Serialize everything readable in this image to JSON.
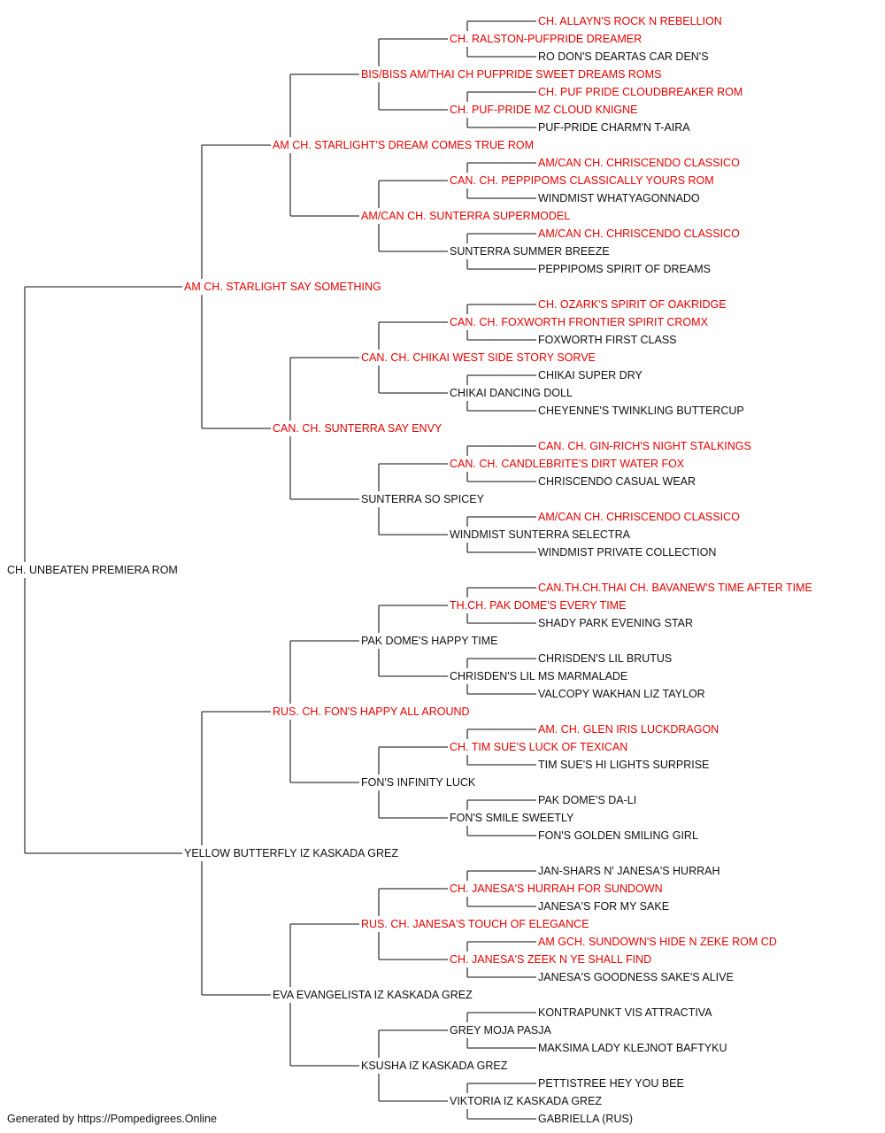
{
  "colors": {
    "titled": "#e60000",
    "plain": "#111111",
    "line": "#3a3a3a"
  },
  "footer": "Generated by https://Pompedigrees.Online",
  "pedigree": {
    "name": "CH. UNBEATEN PREMIERA ROM",
    "titled": false,
    "sire": {
      "name": "AM CH. STARLIGHT SAY SOMETHING",
      "titled": true,
      "sire": {
        "name": "AM CH. STARLIGHT'S DREAM COMES TRUE ROM",
        "titled": true,
        "sire": {
          "name": "BIS/BISS AM/THAI CH PUFPRIDE SWEET DREAMS ROMS",
          "titled": true,
          "sire": {
            "name": "CH. RALSTON-PUFPRIDE DREAMER",
            "titled": true,
            "sire": {
              "name": "CH. ALLAYN'S ROCK N REBELLION",
              "titled": true
            },
            "dam": {
              "name": "RO DON'S DEARTAS CAR DEN'S",
              "titled": false
            }
          },
          "dam": {
            "name": "CH. PUF-PRIDE MZ CLOUD KNIGNE",
            "titled": true,
            "sire": {
              "name": "CH. PUF PRIDE CLOUDBREAKER ROM",
              "titled": true
            },
            "dam": {
              "name": "PUF-PRIDE CHARM'N T-AIRA",
              "titled": false
            }
          }
        },
        "dam": {
          "name": "AM/CAN CH. SUNTERRA SUPERMODEL",
          "titled": true,
          "sire": {
            "name": "CAN. CH. PEPPIPOMS CLASSICALLY YOURS ROM",
            "titled": true,
            "sire": {
              "name": "AM/CAN CH. CHRISCENDO CLASSICO",
              "titled": true
            },
            "dam": {
              "name": "WINDMIST WHATYAGONNADO",
              "titled": false
            }
          },
          "dam": {
            "name": "SUNTERRA SUMMER BREEZE",
            "titled": false,
            "sire": {
              "name": "AM/CAN CH. CHRISCENDO CLASSICO",
              "titled": true
            },
            "dam": {
              "name": "PEPPIPOMS SPIRIT OF DREAMS",
              "titled": false
            }
          }
        }
      },
      "dam": {
        "name": "CAN. CH. SUNTERRA SAY ENVY",
        "titled": true,
        "sire": {
          "name": "CAN. CH. CHIKAI WEST SIDE STORY SORVE",
          "titled": true,
          "sire": {
            "name": "CAN. CH. FOXWORTH FRONTIER SPIRIT CROMX",
            "titled": true,
            "sire": {
              "name": "CH. OZARK'S SPIRIT OF OAKRIDGE",
              "titled": true
            },
            "dam": {
              "name": "FOXWORTH FIRST CLASS",
              "titled": false
            }
          },
          "dam": {
            "name": "CHIKAI DANCING DOLL",
            "titled": false,
            "sire": {
              "name": "CHIKAI SUPER DRY",
              "titled": false
            },
            "dam": {
              "name": "CHEYENNE'S TWINKLING BUTTERCUP",
              "titled": false
            }
          }
        },
        "dam": {
          "name": "SUNTERRA SO SPICEY",
          "titled": false,
          "sire": {
            "name": "CAN. CH. CANDLEBRITE'S DIRT WATER FOX",
            "titled": true,
            "sire": {
              "name": "CAN. CH. GIN-RICH'S NIGHT STALKINGS",
              "titled": true
            },
            "dam": {
              "name": "CHRISCENDO CASUAL WEAR",
              "titled": false
            }
          },
          "dam": {
            "name": "WINDMIST SUNTERRA SELECTRA",
            "titled": false,
            "sire": {
              "name": "AM/CAN CH. CHRISCENDO CLASSICO",
              "titled": true
            },
            "dam": {
              "name": "WINDMIST PRIVATE COLLECTION",
              "titled": false
            }
          }
        }
      }
    },
    "dam": {
      "name": "YELLOW BUTTERFLY IZ KASKADA GREZ",
      "titled": false,
      "sire": {
        "name": "RUS. CH. FON'S HAPPY ALL AROUND",
        "titled": true,
        "sire": {
          "name": "PAK DOME'S HAPPY TIME",
          "titled": false,
          "sire": {
            "name": "TH.CH. PAK DOME'S EVERY TIME",
            "titled": true,
            "sire": {
              "name": "CAN.TH.CH.THAI CH. BAVANEW'S TIME AFTER TIME",
              "titled": true
            },
            "dam": {
              "name": "SHADY PARK EVENING STAR",
              "titled": false
            }
          },
          "dam": {
            "name": "CHRISDEN'S LIL MS MARMALADE",
            "titled": false,
            "sire": {
              "name": "CHRISDEN'S LIL BRUTUS",
              "titled": false
            },
            "dam": {
              "name": "VALCOPY WAKHAN LIZ TAYLOR",
              "titled": false
            }
          }
        },
        "dam": {
          "name": "FON'S INFINITY LUCK",
          "titled": false,
          "sire": {
            "name": "CH. TIM SUE'S LUCK OF TEXICAN",
            "titled": true,
            "sire": {
              "name": "AM. CH. GLEN IRIS LUCKDRAGON",
              "titled": true
            },
            "dam": {
              "name": "TIM SUE'S HI LIGHTS SURPRISE",
              "titled": false
            }
          },
          "dam": {
            "name": "FON'S SMILE SWEETLY",
            "titled": false,
            "sire": {
              "name": "PAK DOME'S DA-LI",
              "titled": false
            },
            "dam": {
              "name": "FON'S GOLDEN SMILING GIRL",
              "titled": false
            }
          }
        }
      },
      "dam": {
        "name": "EVA EVANGELISTA IZ KASKADA GREZ",
        "titled": false,
        "sire": {
          "name": "RUS. CH. JANESA'S TOUCH OF ELEGANCE",
          "titled": true,
          "sire": {
            "name": "CH. JANESA'S HURRAH FOR SUNDOWN",
            "titled": true,
            "sire": {
              "name": "JAN-SHARS N' JANESA'S HURRAH",
              "titled": false
            },
            "dam": {
              "name": "JANESA'S FOR MY SAKE",
              "titled": false
            }
          },
          "dam": {
            "name": "CH. JANESA'S ZEEK N YE SHALL FIND",
            "titled": true,
            "sire": {
              "name": "AM GCH. SUNDOWN'S HIDE N ZEKE ROM CD",
              "titled": true
            },
            "dam": {
              "name": "JANESA'S GOODNESS SAKE'S ALIVE",
              "titled": false
            }
          }
        },
        "dam": {
          "name": "KSUSHA IZ KASKADA GREZ",
          "titled": false,
          "sire": {
            "name": "GREY MOJA PASJA",
            "titled": false,
            "sire": {
              "name": "KONTRAPUNKT VIS ATTRACTIVA",
              "titled": false
            },
            "dam": {
              "name": "MAKSIMA LADY KLEJNOT BAFTYKU",
              "titled": false
            }
          },
          "dam": {
            "name": "VIKTORIA IZ KASKADA GREZ",
            "titled": false,
            "sire": {
              "name": "PETTISTREE HEY YOU BEE",
              "titled": false
            },
            "dam": {
              "name": "GABRIELLA (RUS)",
              "titled": false
            }
          }
        }
      }
    }
  }
}
